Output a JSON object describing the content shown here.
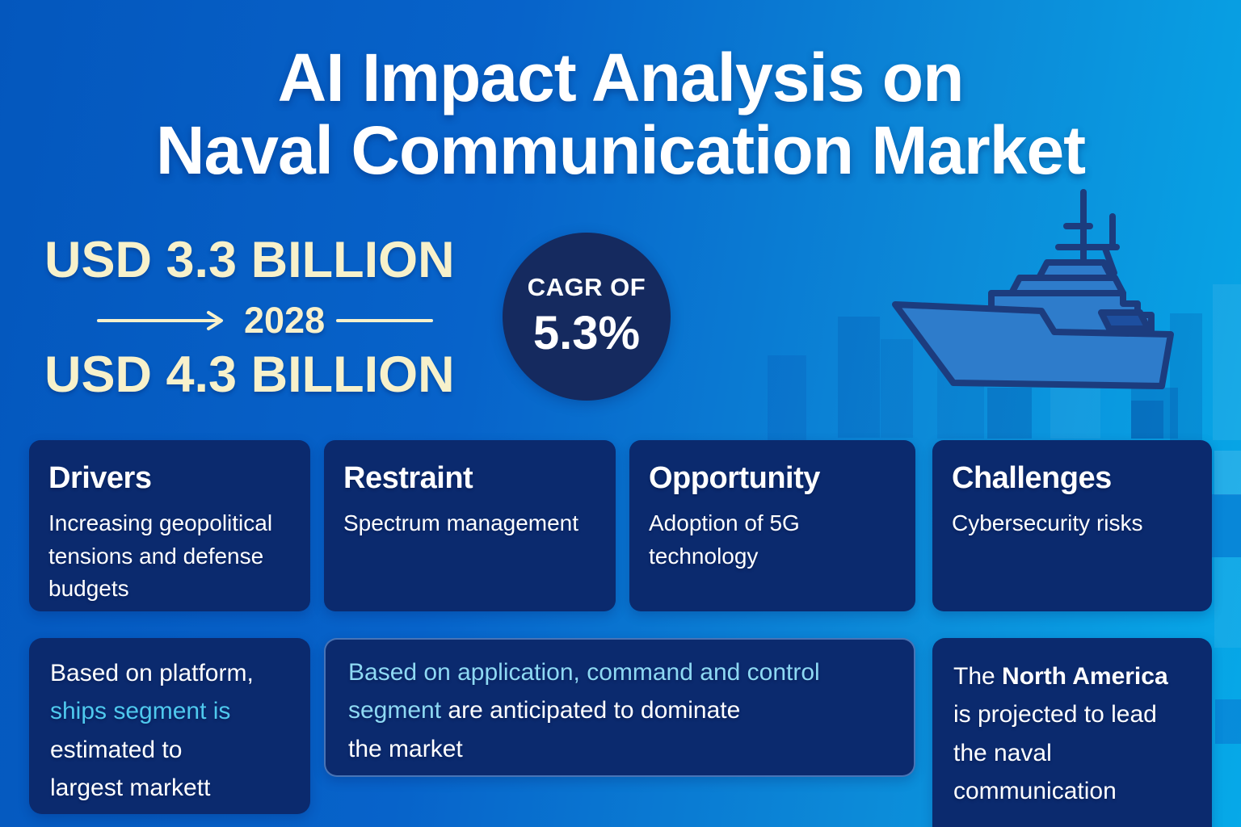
{
  "title": {
    "line1": "AI Impact Analysis on",
    "line2": "Naval Communication Market"
  },
  "market": {
    "value_start": "USD 3.3 BILLION",
    "year": "2028",
    "value_end": "USD 4.3 BILLION"
  },
  "cagr": {
    "label": "CAGR OF",
    "value": "5.3%"
  },
  "cards": [
    {
      "title": "Drivers",
      "lines": [
        "Increasing geopolitical",
        "tensions and defense",
        "budgets"
      ]
    },
    {
      "title": "Restraint",
      "lines": [
        "Spectrum management"
      ]
    },
    {
      "title": "Opportunity",
      "lines": [
        "Adoption of 5G",
        "technology"
      ]
    },
    {
      "title": "Challenges",
      "lines": [
        "Cybersecurity risks"
      ]
    }
  ],
  "highlights": {
    "platform": {
      "lines": [
        "Based on platform,",
        "ships segment is",
        "estimated to",
        "largest markett"
      ]
    },
    "application": {
      "line1": "Based on application, command and control",
      "line2_accent": "segment",
      "line2_rest": " are anticipated to dominate",
      "line3": "the market"
    },
    "region": {
      "line1_prefix": "The ",
      "line1_bold": "North America",
      "line2": "is projected to lead",
      "line3": "the naval",
      "line4": "communication"
    }
  },
  "icons": {
    "ship": "naval-ship-icon"
  },
  "colors": {
    "background_left": "#0560c4",
    "background_right": "#06a9e8",
    "card_navy": "#0b2a6e",
    "circle_navy": "#152a5f",
    "cream": "#f7f1cb",
    "accent_cyan_strong": "#4fc9ee",
    "accent_cyan_soft": "#8ed9f3",
    "ship_navy": "#1c3c7e",
    "title_white": "#ffffff"
  }
}
